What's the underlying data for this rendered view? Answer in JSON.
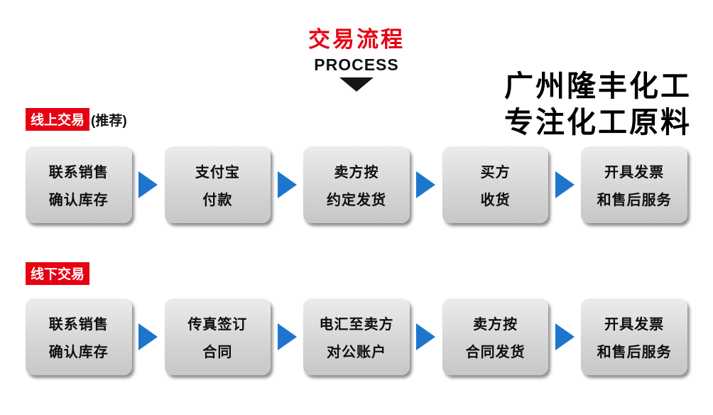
{
  "header": {
    "title": "交易流程",
    "subtitle": "PROCESS"
  },
  "watermark": {
    "line1": "广州隆丰化工",
    "line2": "专注化工原料"
  },
  "sections": [
    {
      "label": "线上交易",
      "note": "(推荐)",
      "steps": [
        {
          "line1": "联系销售",
          "line2": "确认库存"
        },
        {
          "line1": "支付宝",
          "line2": "付款"
        },
        {
          "line1": "卖方按",
          "line2": "约定发货"
        },
        {
          "line1": "买方",
          "line2": "收货"
        },
        {
          "line1": "开具发票",
          "line2": "和售后服务"
        }
      ]
    },
    {
      "label": "线下交易",
      "note": "",
      "steps": [
        {
          "line1": "联系销售",
          "line2": "确认库存"
        },
        {
          "line1": "传真签订",
          "line2": "合同"
        },
        {
          "line1": "电汇至卖方",
          "line2": "对公账户"
        },
        {
          "line1": "卖方按",
          "line2": "合同发货"
        },
        {
          "line1": "开具发票",
          "line2": "和售后服务"
        }
      ]
    }
  ],
  "colors": {
    "accent_red": "#e60012",
    "arrow_blue": "#1d76cc"
  }
}
